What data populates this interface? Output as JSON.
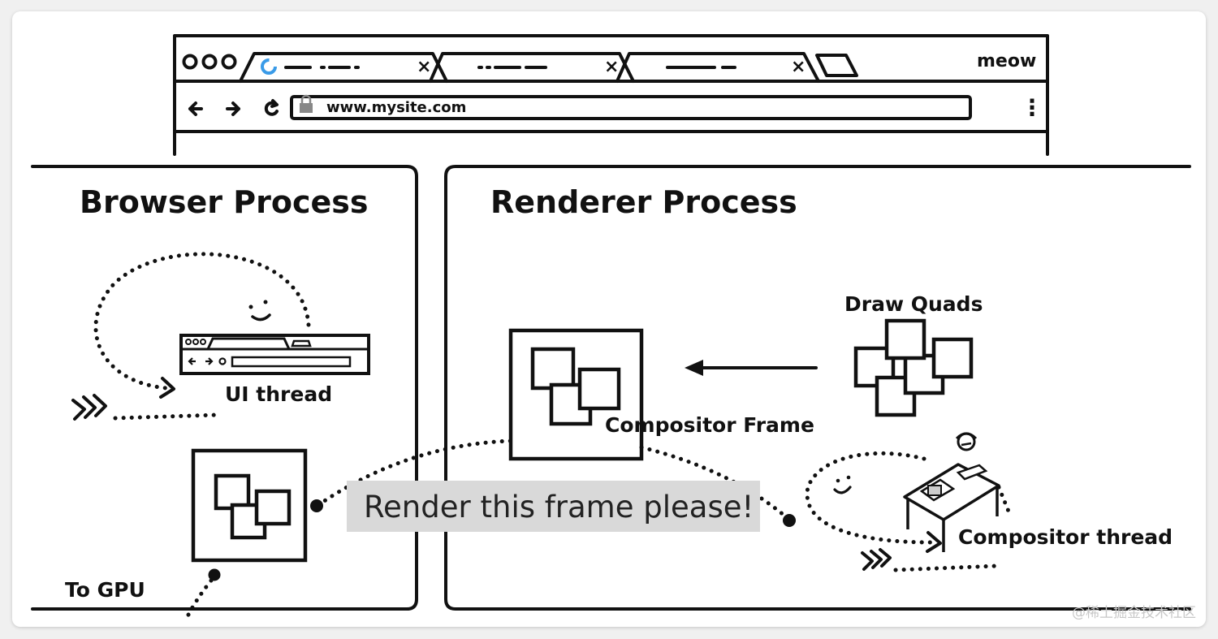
{
  "browser_chrome": {
    "window_controls": [
      "circle",
      "circle",
      "circle"
    ],
    "tabs": [
      {
        "close_glyph": "×"
      },
      {
        "close_glyph": "×"
      },
      {
        "close_glyph": "×"
      }
    ],
    "profile_name": "meow",
    "address_url": "www.mysite.com",
    "menu_glyph": "⋮"
  },
  "browser_process": {
    "title": "Browser Process",
    "ui_thread_label": "UI thread",
    "to_gpu_label": "To GPU"
  },
  "renderer_process": {
    "title": "Renderer Process",
    "draw_quads_label": "Draw Quads",
    "compositor_frame_label": "Compositor Frame",
    "compositor_thread_label": "Compositor thread"
  },
  "message": {
    "text": "Render this frame please!",
    "background": "#d9d9d9"
  },
  "watermark": "@稀土掘金技术社区",
  "colors": {
    "ink": "#111111",
    "loading_spinner": "#3a9be8"
  }
}
